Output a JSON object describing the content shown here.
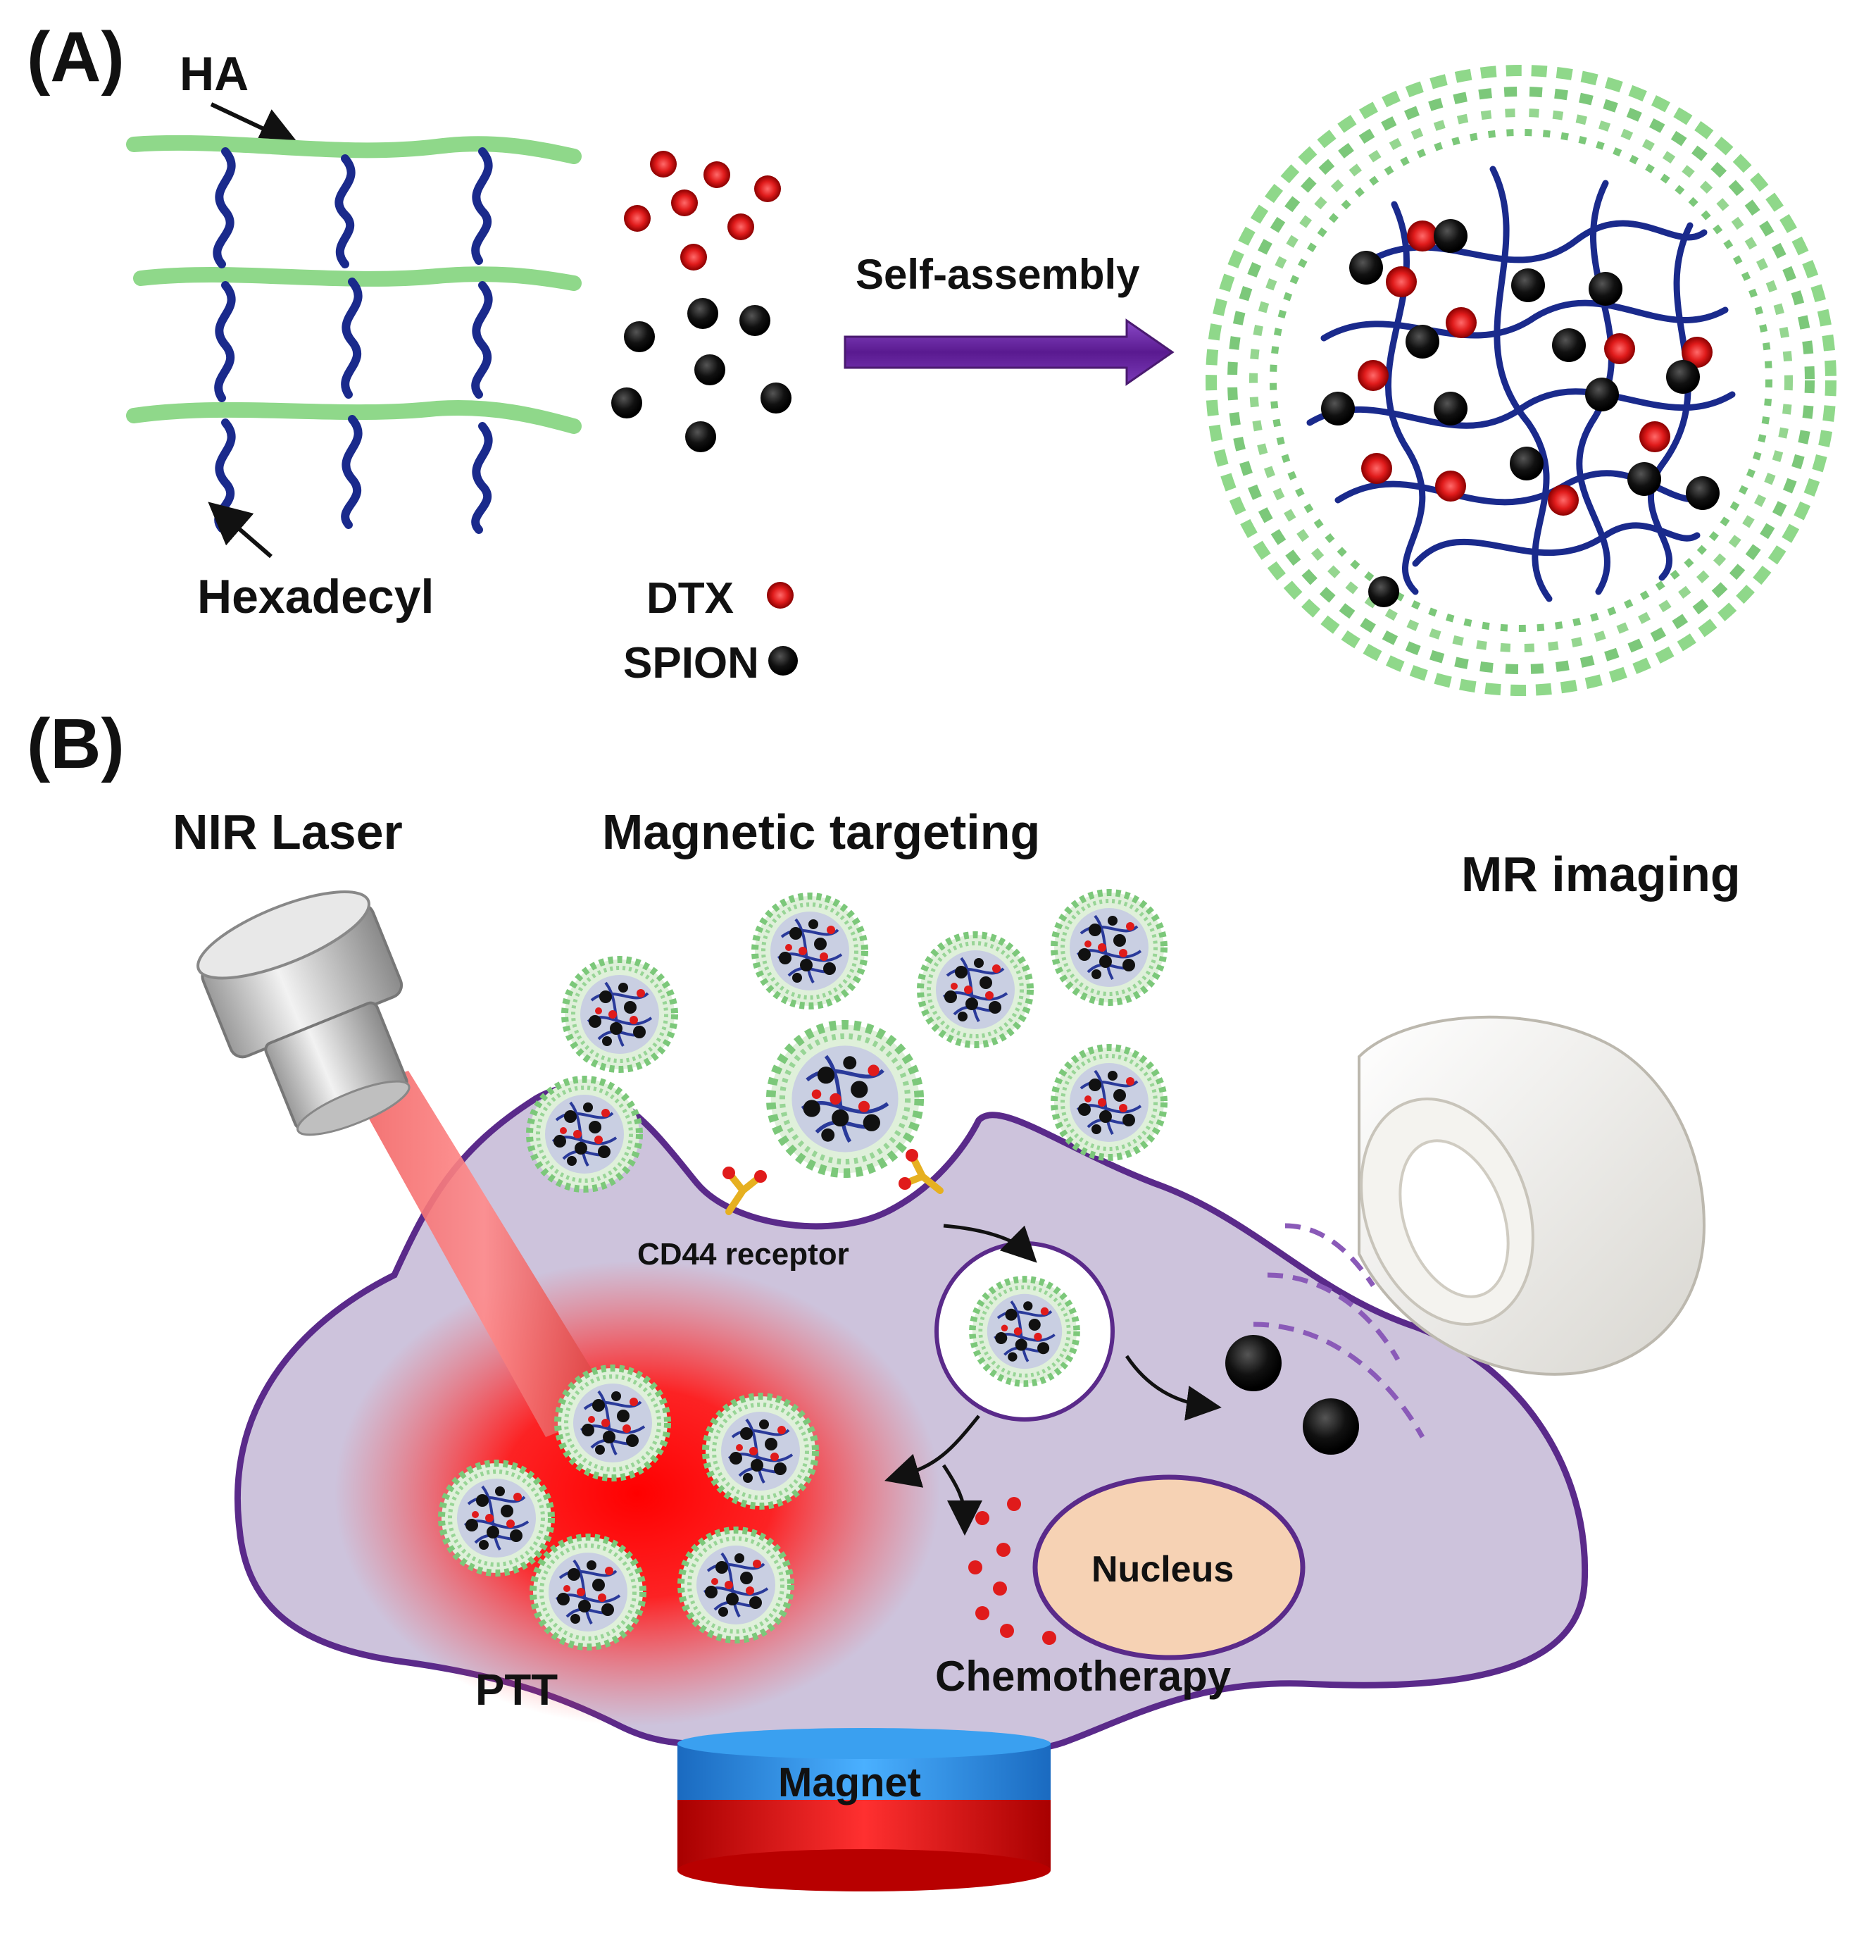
{
  "panel_a": {
    "label": "(A)",
    "ha_label": "HA",
    "hexadecyl_label": "Hexadecyl",
    "dtx_label": "DTX",
    "spion_label": "SPION",
    "arrow_label": "Self-assembly"
  },
  "panel_b": {
    "label": "(B)",
    "nir_laser_label": "NIR Laser",
    "magnetic_targeting_label": "Magnetic targeting",
    "mr_imaging_label": "MR imaging",
    "cd44_label": "CD44 receptor",
    "nucleus_label": "Nucleus",
    "chemotherapy_label": "Chemotherapy",
    "ptt_label": "PTT",
    "magnet_label": "Magnet"
  },
  "colors": {
    "ha_chain": "#8fd88a",
    "hexadecyl_chain": "#1a2a8c",
    "dtx": "#e01b1b",
    "spion": "#111111",
    "arrow": "#6a2aa0",
    "cell": "#cdc3dc",
    "membrane": "#5a2a8a",
    "laser": "#e84a4a",
    "nucleus": "#f6d2b4",
    "magnet_north": "#2a8ee0",
    "magnet_south": "#d81818"
  }
}
